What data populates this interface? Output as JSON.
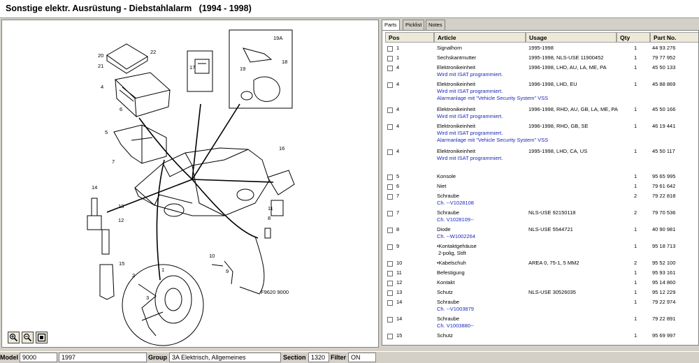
{
  "window": {
    "title": "Sonstige elektr. Ausrüstung - Diebstahlalarm   (1994 - 1998)"
  },
  "diagram": {
    "figure_code": "F9620 9000",
    "callouts": [
      "1",
      "2",
      "3",
      "4",
      "5",
      "6",
      "7",
      "8",
      "9",
      "10",
      "11",
      "12",
      "13",
      "14",
      "15",
      "16",
      "17",
      "18",
      "19",
      "19A",
      "20",
      "21",
      "22"
    ],
    "zoom_buttons": [
      "zoom-in-icon",
      "zoom-out-icon",
      "fit-window-icon"
    ]
  },
  "tabs": [
    {
      "label": "Parts",
      "active": true
    },
    {
      "label": "Picklist",
      "active": false
    },
    {
      "label": "Notes",
      "active": false
    }
  ],
  "parts_table": {
    "columns": [
      "Pos",
      "Article",
      "Usage",
      "Qty",
      "Part No."
    ],
    "rows": [
      {
        "pos": "1",
        "article": "Signalhorn",
        "usage": "1995-1998",
        "qty": "1",
        "part_no": "44 93 276",
        "notes": []
      },
      {
        "pos": "1",
        "article": "Sechskantmutter",
        "usage": "1995-1998, NLS-USE 11900452",
        "qty": "1",
        "part_no": "79 77 952",
        "notes": []
      },
      {
        "pos": "4",
        "article": "Elektronikeinheit",
        "usage": "1996-1998, LHD, AU, LA, ME, PA",
        "qty": "1",
        "part_no": "45 50 133",
        "notes": [
          "Wird mit ISAT programmiert."
        ]
      },
      {
        "pos": "4",
        "article": "Elektronikeinheit",
        "usage": "1996-1998, LHD, EU",
        "qty": "1",
        "part_no": "45 88 869",
        "notes": [
          "Wird mit ISAT programmiert.",
          "Alarmanlage mit \"Vehicle Security System\" VSS"
        ]
      },
      {
        "pos": "4",
        "article": "Elektronikeinheit",
        "usage": "1996-1998, RHD, AU, GB, LA, ME, PA",
        "qty": "1",
        "part_no": "45 50 166",
        "notes": [
          "Wird mit ISAT programmiert."
        ]
      },
      {
        "pos": "4",
        "article": "Elektronikeinheit",
        "usage": "1996-1998, RHD, GB, SE",
        "qty": "1",
        "part_no": "46 19 441",
        "notes": [
          "Wird mit ISAT programmiert.",
          "Alarmanlage mit \"Vehicle Security System\" VSS"
        ]
      },
      {
        "pos": "4",
        "article": "Elektronikeinheit",
        "usage": "1995-1998, LHD, CA, US",
        "qty": "1",
        "part_no": "45 50 117",
        "notes": [
          "Wird mit ISAT programmiert."
        ]
      },
      {
        "pos": "5",
        "article": "Konsole",
        "usage": "",
        "qty": "1",
        "part_no": "95 65 995",
        "notes": []
      },
      {
        "pos": "6",
        "article": "Niet",
        "usage": "",
        "qty": "1",
        "part_no": "79 61 642",
        "notes": []
      },
      {
        "pos": "7",
        "article": "Schraube",
        "usage": "",
        "qty": "2",
        "part_no": "79 22 818",
        "notes": [
          "Ch. --V1028108"
        ]
      },
      {
        "pos": "7",
        "article": "Schraube",
        "usage": "NLS-USE 92150118",
        "qty": "2",
        "part_no": "79 70 536",
        "notes": [
          "Ch. V1028109--"
        ]
      },
      {
        "pos": "8",
        "article": "Diode",
        "usage": "NLS-USE 5544721",
        "qty": "1",
        "part_no": "40 90 981",
        "notes": [
          "Ch. --W1002264"
        ]
      },
      {
        "pos": "9",
        "article": "•Kontaktgehäuse",
        "usage": "",
        "qty": "1",
        "part_no": "95 18 713",
        "notes": [],
        "subline": "2-polig, Stift"
      },
      {
        "pos": "10",
        "article": "•Kabelschuh",
        "usage": "AREA 0, 75-1, 5 MM2",
        "qty": "2",
        "part_no": "95 52 100",
        "notes": []
      },
      {
        "pos": "11",
        "article": "Befestigung",
        "usage": "",
        "qty": "1",
        "part_no": "95 93 161",
        "notes": []
      },
      {
        "pos": "12",
        "article": "Kontakt",
        "usage": "",
        "qty": "1",
        "part_no": "95 14 860",
        "notes": []
      },
      {
        "pos": "13",
        "article": "Schutz",
        "usage": "NLS-USE 30526035",
        "qty": "1",
        "part_no": "95 12 229",
        "notes": []
      },
      {
        "pos": "14",
        "article": "Schraube",
        "usage": "",
        "qty": "1",
        "part_no": "79 22 974",
        "notes": [
          "Ch. --V1003879"
        ]
      },
      {
        "pos": "14",
        "article": "Schraube",
        "usage": "",
        "qty": "1",
        "part_no": "79 22 891",
        "notes": [
          "Ch. V1003880--"
        ]
      },
      {
        "pos": "15",
        "article": "Schutz",
        "usage": "",
        "qty": "1",
        "part_no": "95 69 997",
        "notes": []
      }
    ]
  },
  "status_bar": {
    "model_label": "Model",
    "model_value": "9000",
    "year_value": "1997",
    "group_label": "Group",
    "group_value": "3A Elektrisch, Allgemeines",
    "section_label": "Section",
    "section_value": "1320",
    "filter_label": "Filter",
    "filter_value": "ON"
  },
  "colors": {
    "note_text": "#1a28b8",
    "chrome": "#d4d0c8",
    "header_bg": "#ece9d8"
  }
}
